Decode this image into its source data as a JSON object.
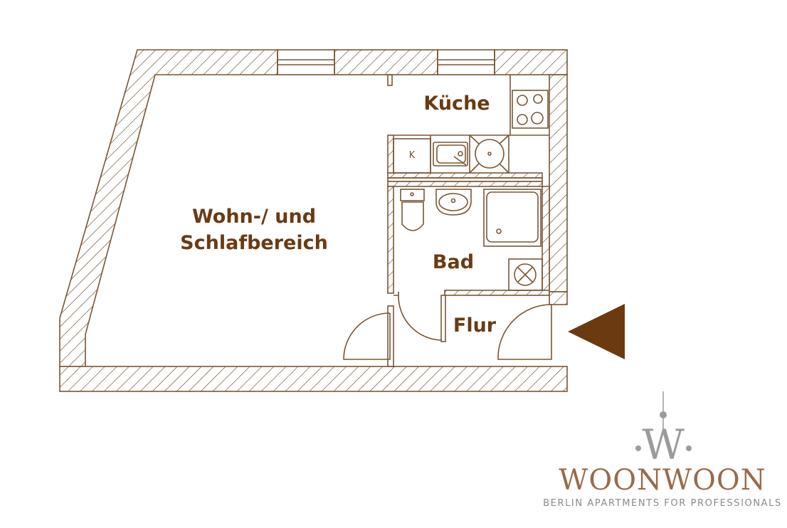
{
  "rooms": {
    "living": [
      "Wohn-/ und",
      "Schlafbereich"
    ],
    "kitchen": "Küche",
    "bath": "Bad",
    "hall": "Flur",
    "fridge": "K"
  },
  "logo": {
    "monogram": "W",
    "name": "WOONWOON",
    "tagline": "BERLIN APARTMENTS FOR PROFESSIONALS"
  },
  "colors": {
    "line": "#7a5633",
    "text": "#6b3a12",
    "arrow": "#6b3a10"
  },
  "icons": [
    "entrance-arrow-icon",
    "stove-icon",
    "sink-icon",
    "toilet-icon",
    "washbasin-icon",
    "shower-icon",
    "washing-machine-icon"
  ]
}
